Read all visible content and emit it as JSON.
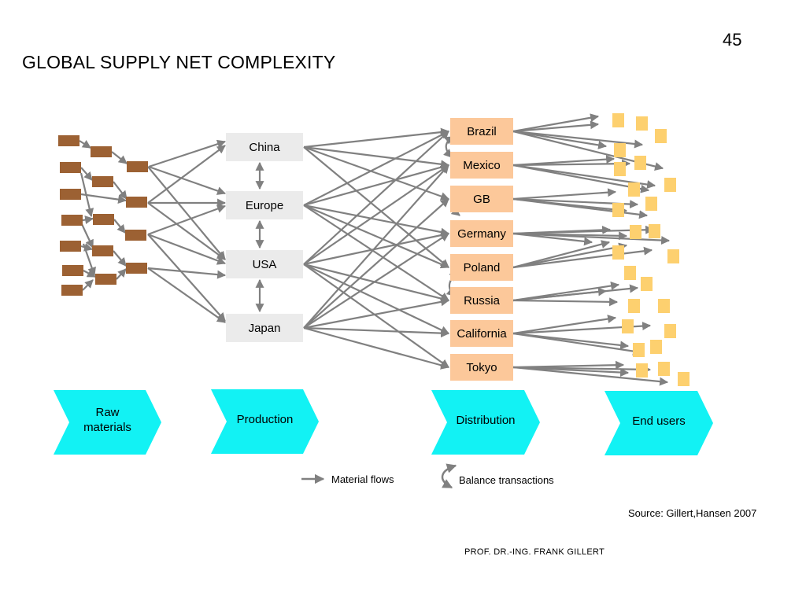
{
  "slide": {
    "page_number": "45",
    "title": "GLOBAL SUPPLY NET COMPLEXITY",
    "source": "Source: Gillert,Hansen 2007",
    "author": "PROF. DR.-ING. FRANK GILLERT"
  },
  "production": [
    "China",
    "Europe",
    "USA",
    "Japan"
  ],
  "distribution": [
    "Brazil",
    "Mexico",
    "GB",
    "Germany",
    "Poland",
    "Russia",
    "California",
    "Tokyo"
  ],
  "stages": [
    "Raw\nmaterials",
    "Production",
    "Distribution",
    "End users"
  ],
  "legend": {
    "material_flows": "Material flows",
    "balance_transactions": "Balance transactions"
  },
  "colors": {
    "raw_material": "#9c6133",
    "production_box": "#ebebeb",
    "distribution_box": "#fcc89a",
    "end_user": "#fdd06f",
    "stage_arrow": "#12f2f4",
    "flow_arrow": "#808080"
  }
}
